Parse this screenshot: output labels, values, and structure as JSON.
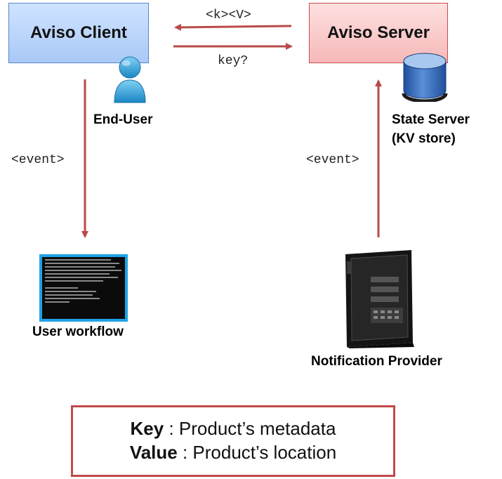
{
  "nodes": {
    "client": "Aviso Client",
    "server": "Aviso Server",
    "end_user": "End-User",
    "state_server_line1": "State Server",
    "state_server_line2": "(KV store)",
    "user_workflow": "User workflow",
    "notification_provider": "Notification Provider"
  },
  "edges": {
    "server_to_client": "<k><V>",
    "client_to_server": "key?",
    "client_event": "<event>",
    "provider_event": "<event>"
  },
  "legend": {
    "key_term": "Key",
    "key_desc": " : Product’s metadata",
    "value_term": "Value",
    "value_desc": " : Product’s location"
  },
  "colors": {
    "arrow": "#b94a4a",
    "client_fill": "#b9d3fa",
    "server_fill": "#f9c9c9",
    "terminal_border": "#1ea3e6"
  },
  "icons": {
    "end_user": "user-icon",
    "state_server": "database-icon",
    "user_workflow": "terminal-icon",
    "notification_provider": "server-rack-icon"
  }
}
